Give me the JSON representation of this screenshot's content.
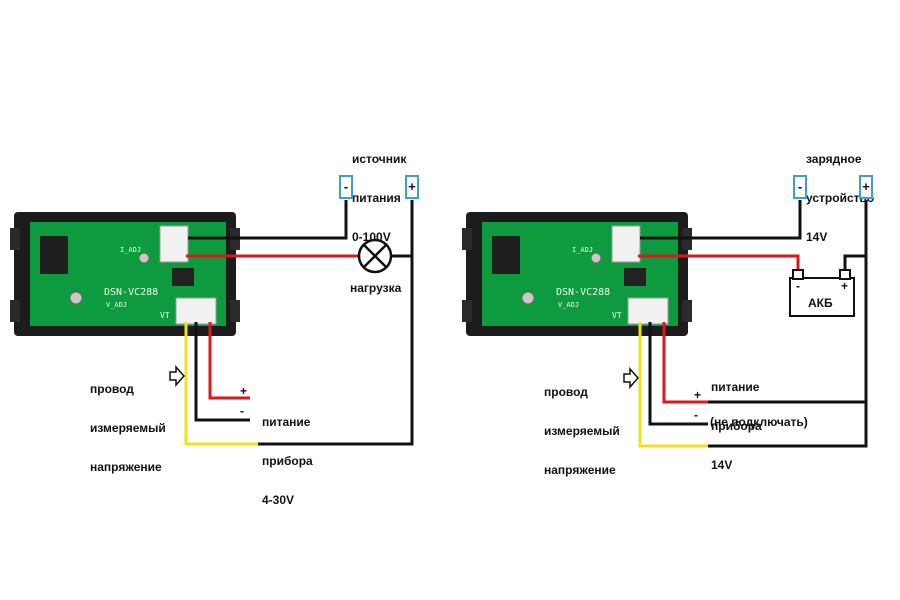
{
  "left": {
    "source_label": [
      "источник",
      "питания",
      "0-100V"
    ],
    "minus_sign": "-",
    "plus_sign": "+",
    "load_label": "нагрузка",
    "probe_label": [
      "провод",
      "измеряемый",
      "напряжение"
    ],
    "power_label": [
      "питание",
      "прибора",
      "4-30V"
    ],
    "power_plus": "+",
    "power_minus": "-"
  },
  "right": {
    "charger_label": [
      "зарядное",
      "устройство",
      "14V"
    ],
    "minus_sign": "-",
    "plus_sign": "+",
    "battery_label": "АКБ",
    "battery_minus": "-",
    "battery_plus": "+",
    "probe_label": [
      "провод",
      "измеряемый",
      "напряжение"
    ],
    "power_label": [
      "питание",
      "прибора",
      "14V"
    ],
    "power_plus": "+",
    "power_minus": "-",
    "not_connect_label": "(не подключать)"
  },
  "module": {
    "model": "DSN-VC288",
    "i_adj": "I_ADJ",
    "v_adj": "V_ADJ",
    "vt": "VT"
  },
  "colors": {
    "pcb": "#0e9a3e",
    "housing": "#1c1c1c",
    "wire_black": "#111111",
    "wire_red": "#e0161e",
    "wire_yellow": "#f2e01a",
    "terminal_border": "#3a9fd6"
  }
}
